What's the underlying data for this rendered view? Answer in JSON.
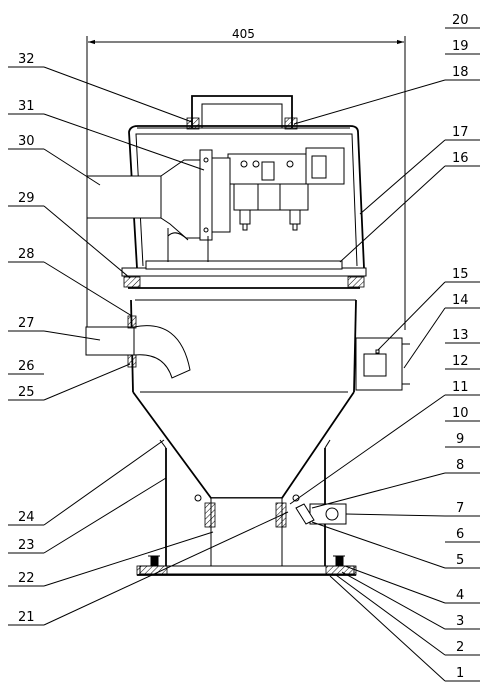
{
  "drawing": {
    "dimension": "405",
    "callouts": {
      "left": [
        "32",
        "31",
        "30",
        "29",
        "28",
        "27",
        "26",
        "25",
        "24",
        "23",
        "22",
        "21"
      ],
      "right": [
        "20",
        "19",
        "18",
        "17",
        "16",
        "15",
        "14",
        "13",
        "12",
        "11",
        "10",
        "9",
        "8",
        "7",
        "6",
        "5",
        "4",
        "3",
        "2",
        "1"
      ]
    }
  }
}
